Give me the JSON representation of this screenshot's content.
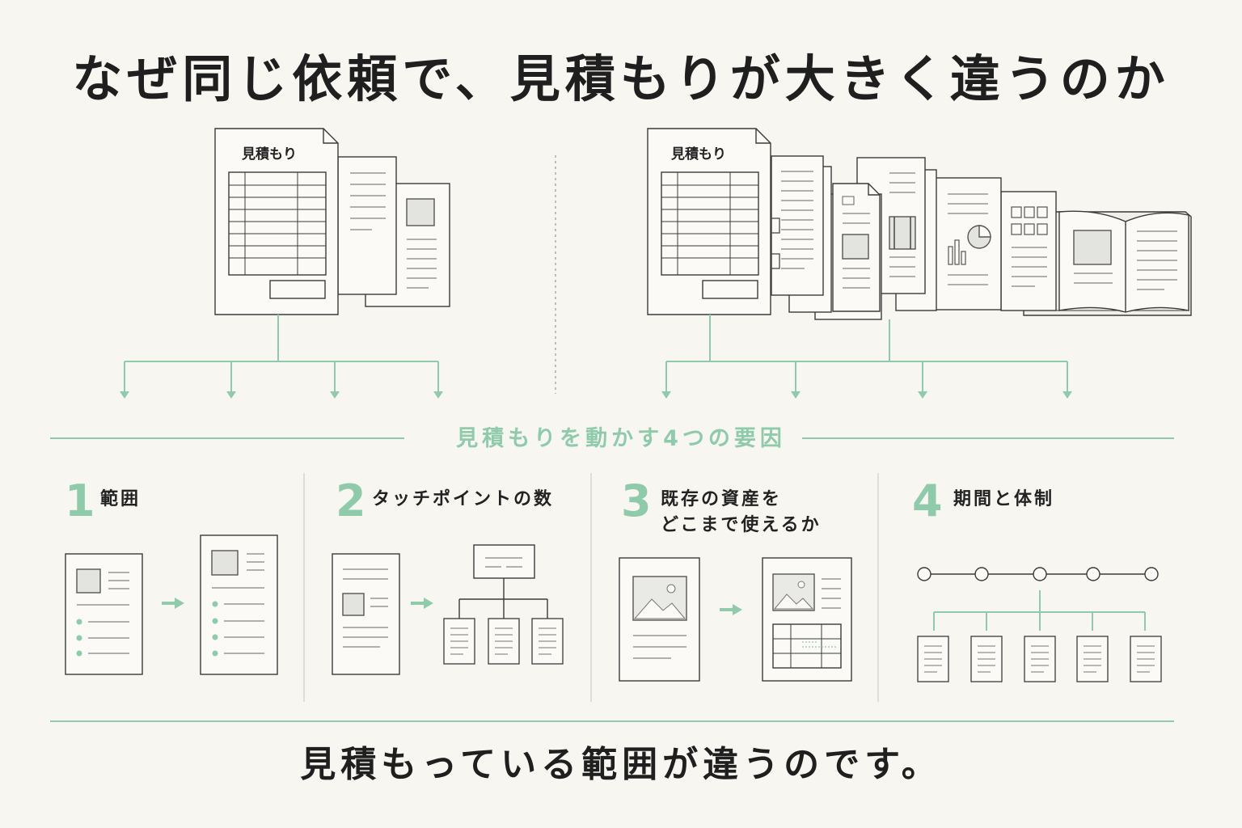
{
  "title": "なぜ同じ依頼で、見積もりが大きく違うのか",
  "left_doc": {
    "label": "見積もり"
  },
  "right_doc": {
    "label": "見積もり"
  },
  "factors_heading": "見積もりを動かす4つの要因",
  "factors": [
    {
      "num": "1",
      "lines": [
        "範囲"
      ]
    },
    {
      "num": "2",
      "lines": [
        "タッチポイントの数"
      ]
    },
    {
      "num": "3",
      "lines": [
        "既存の資産を",
        "どこまで使えるか"
      ]
    },
    {
      "num": "4",
      "lines": [
        "期間と体制"
      ]
    }
  ],
  "conclusion": "見積もっている範囲が違うのです。",
  "colors": {
    "accent": "#8fcbaa",
    "line": "#3a3a3a",
    "background": "#f8f6f1"
  }
}
